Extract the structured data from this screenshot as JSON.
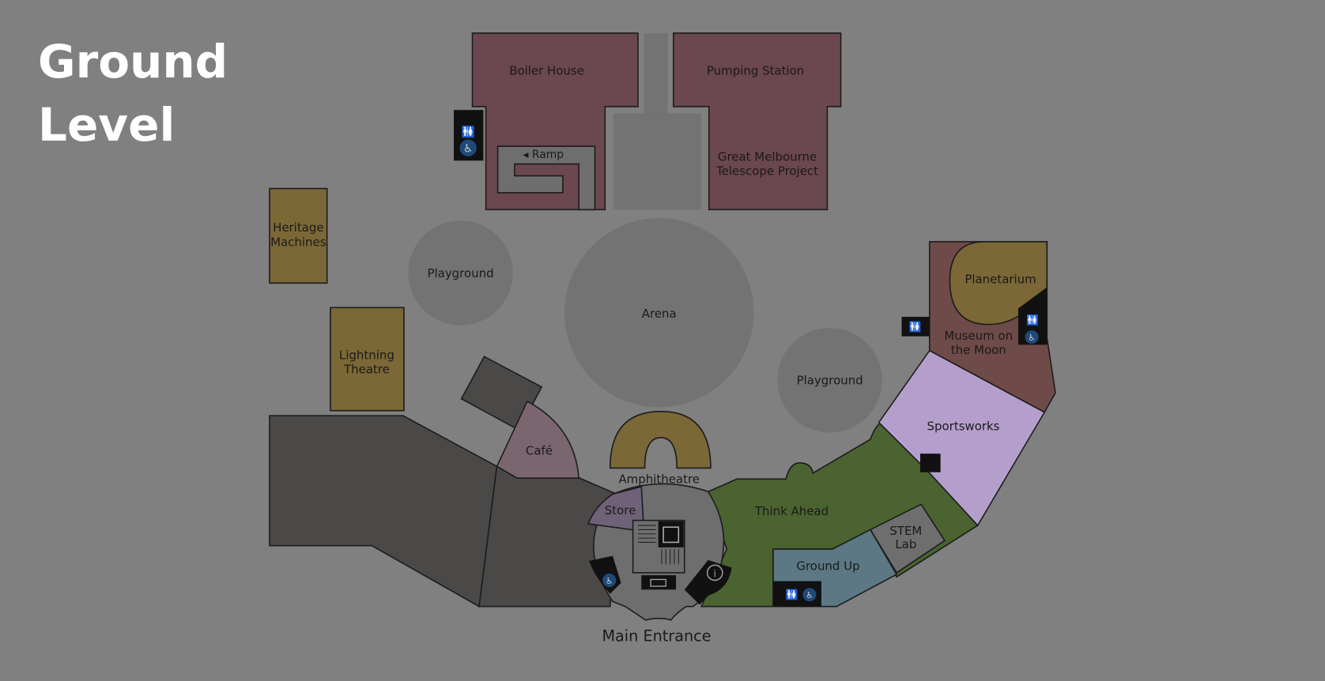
{
  "title": {
    "line1": "Ground",
    "line2": "Level"
  },
  "areas": {
    "boiler_house": "Boiler House",
    "pumping_station": "Pumping Station",
    "ramp": "◂ Ramp",
    "telescope_1": "Great Melbourne",
    "telescope_2": "Telescope Project",
    "heritage_1": "Heritage",
    "heritage_2": "Machines",
    "lightning_1": "Lightning",
    "lightning_2": "Theatre",
    "playground_left": "Playground",
    "arena": "Arena",
    "playground_right": "Playground",
    "planetarium": "Planetarium",
    "moon_1": "Museum on",
    "moon_2": "the Moon",
    "sportsworks": "Sportsworks",
    "cafe": "Café",
    "amphitheatre": "Amphitheatre",
    "store": "Store",
    "think_ahead": "Think Ahead",
    "stem_1": "STEM",
    "stem_2": "Lab",
    "ground_up": "Ground Up",
    "main_entrance": "Main Entrance"
  },
  "colors": {
    "background": "#808080",
    "heritage_building": "#6b474f",
    "gallery_olive": "#7b6836",
    "closed_area": "#4a4948",
    "outdoor": "#737373",
    "think_ahead": "#4a6330",
    "sportsworks": "#b49fcc",
    "ground_up": "#5b7884",
    "accessible_blue": "#1f4a78"
  }
}
